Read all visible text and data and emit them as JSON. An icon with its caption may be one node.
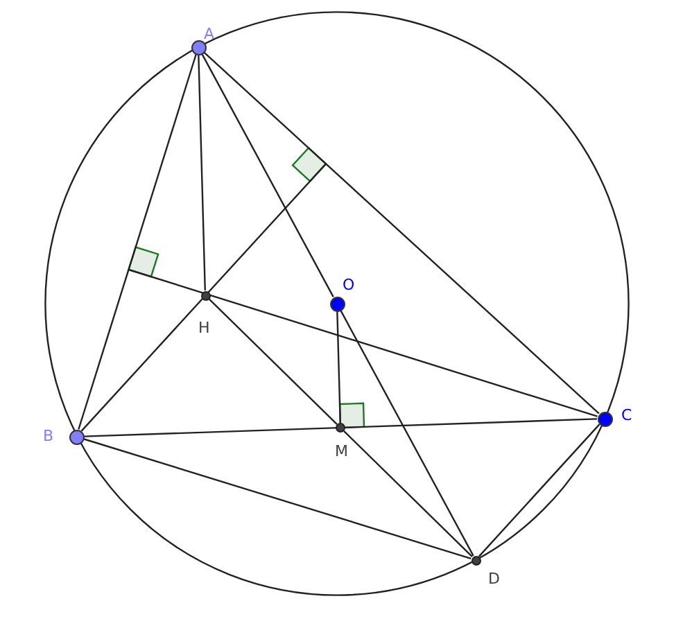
{
  "diagram": {
    "nodes": [
      {
        "text": [],
        "shape": "circle",
        "beside": [
          "A"
        ]
      },
      {
        "text": [],
        "shape": "circle",
        "beside": [
          "B"
        ]
      },
      {
        "text": [],
        "shape": "circle",
        "beside": [
          "C"
        ]
      },
      {
        "text": [],
        "shape": "circle",
        "beside": [
          "O"
        ]
      },
      {
        "text": [],
        "shape": "circle",
        "beside": [
          "H"
        ]
      },
      {
        "text": [],
        "shape": "circle",
        "beside": [
          "M"
        ]
      },
      {
        "text": [],
        "shape": "circle",
        "beside": [
          "D"
        ]
      }
    ],
    "edges": [
      {
        "from": 0,
        "to": 1,
        "arrow": "none"
      },
      {
        "from": 0,
        "to": 2,
        "arrow": "none"
      },
      {
        "from": 1,
        "to": 2,
        "arrow": "none"
      },
      {
        "from": 0,
        "to": 4,
        "arrow": "none"
      },
      {
        "from": 1,
        "to": null,
        "arrow": "none"
      },
      {
        "from": 2,
        "to": null,
        "arrow": "none"
      },
      {
        "from": 4,
        "to": 5,
        "arrow": "none"
      },
      {
        "from": 5,
        "to": 6,
        "arrow": "none"
      },
      {
        "from": 0,
        "to": 3,
        "arrow": "none"
      },
      {
        "from": 3,
        "to": 6,
        "arrow": "none"
      },
      {
        "from": 3,
        "to": 5,
        "arrow": "none"
      },
      {
        "from": 1,
        "to": 6,
        "arrow": "none"
      },
      {
        "from": 2,
        "to": 6,
        "arrow": "none"
      }
    ]
  }
}
